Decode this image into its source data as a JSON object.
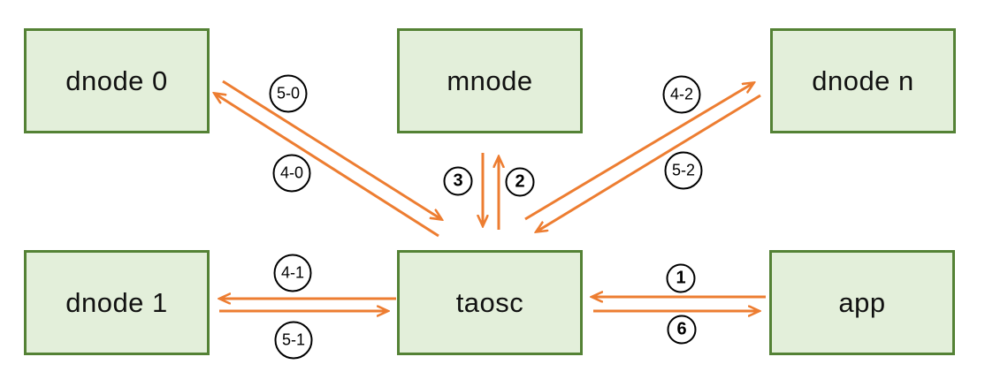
{
  "diagram": {
    "colors": {
      "node_fill": "#e3efda",
      "node_border": "#548235",
      "arrow": "#ED7D31",
      "label_circle": "#000000",
      "label_text": "#000000",
      "background": "#ffffff"
    },
    "nodes": [
      {
        "id": "dnode0",
        "label": "dnode 0"
      },
      {
        "id": "mnode",
        "label": "mnode"
      },
      {
        "id": "dnoden",
        "label": "dnode n"
      },
      {
        "id": "dnode1",
        "label": "dnode 1"
      },
      {
        "id": "taosc",
        "label": "taosc"
      },
      {
        "id": "app",
        "label": "app"
      }
    ],
    "edges": [
      {
        "label": "1",
        "from": "app",
        "to": "taosc"
      },
      {
        "label": "2",
        "from": "taosc",
        "to": "mnode"
      },
      {
        "label": "3",
        "from": "mnode",
        "to": "taosc"
      },
      {
        "label": "4-0",
        "from": "taosc",
        "to": "dnode 0"
      },
      {
        "label": "5-0",
        "from": "dnode 0",
        "to": "taosc"
      },
      {
        "label": "4-1",
        "from": "taosc",
        "to": "dnode 1"
      },
      {
        "label": "5-1",
        "from": "dnode 1",
        "to": "taosc"
      },
      {
        "label": "4-2",
        "from": "taosc",
        "to": "dnode n"
      },
      {
        "label": "5-2",
        "from": "dnode n",
        "to": "taosc"
      },
      {
        "label": "6",
        "from": "taosc",
        "to": "app"
      }
    ]
  }
}
